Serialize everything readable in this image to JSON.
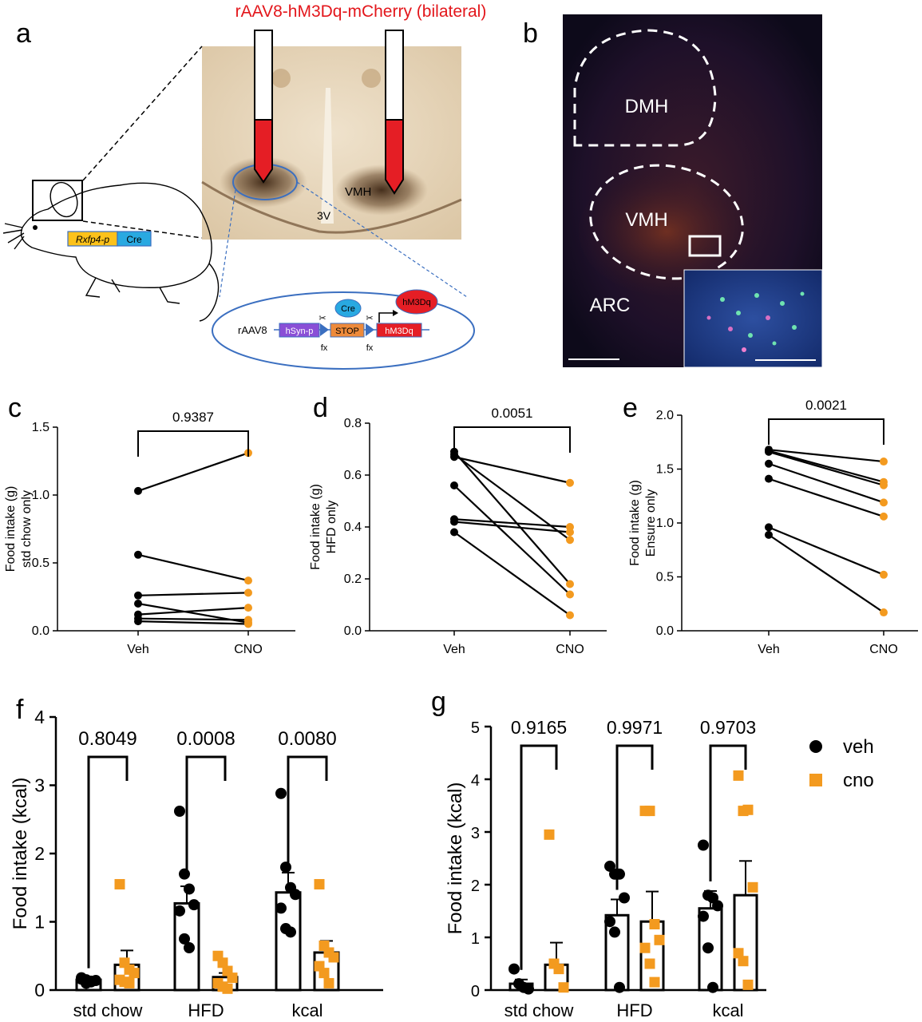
{
  "panel_a": {
    "letter": "a",
    "title": "rAAV8-hM3Dq-mCherry (bilateral)",
    "gene_label": "Rxfp4-p",
    "cre_box": "Cre",
    "vmh_label": "VMH",
    "third_ventricle_label": "3V",
    "construct_name": "rAAV8",
    "promoter": "hSyn-p",
    "stop": "STOP",
    "transgene": "hM3Dq",
    "fx_left": "fx",
    "fx_right": "fx",
    "cre_bubble": "Cre",
    "hm3dq_bubble": "hM3Dq"
  },
  "panel_b": {
    "letter": "b",
    "regions": [
      "DMH",
      "VMH",
      "ARC"
    ]
  },
  "colors": {
    "veh": "#000000",
    "cno": "#F39A1F",
    "title_red": "#E3161B",
    "cre_blue": "#29A9E1",
    "rxfp4_yellow": "#FCC21A",
    "promoter_purple": "#8A4FD6",
    "stop_orange": "#EE8A3A",
    "hm3dq_red": "#E51E25",
    "circle_blue": "#3B6FC0"
  },
  "chart_data": [
    {
      "panel": "c",
      "type": "line",
      "paired": true,
      "categories": [
        "Veh",
        "CNO"
      ],
      "ylabel": [
        "Food intake (g)",
        "std chow only"
      ],
      "ylim": [
        0,
        1.5
      ],
      "yticks": [
        "0.0",
        "0.5",
        "1.0",
        "1.5"
      ],
      "pvalue": "0.9387",
      "pairs": [
        [
          1.03,
          1.31
        ],
        [
          0.56,
          0.37
        ],
        [
          0.26,
          0.28
        ],
        [
          0.2,
          0.06
        ],
        [
          0.12,
          0.17
        ],
        [
          0.09,
          0.08
        ],
        [
          0.07,
          0.05
        ]
      ]
    },
    {
      "panel": "d",
      "type": "line",
      "paired": true,
      "categories": [
        "Veh",
        "CNO"
      ],
      "ylabel": [
        "Food intake (g)",
        "HFD only"
      ],
      "ylim": [
        0,
        0.8
      ],
      "yticks": [
        "0.0",
        "0.2",
        "0.4",
        "0.6",
        "0.8"
      ],
      "pvalue": "0.0051",
      "pairs": [
        [
          0.69,
          0.18
        ],
        [
          0.68,
          0.35
        ],
        [
          0.67,
          0.57
        ],
        [
          0.56,
          0.14
        ],
        [
          0.43,
          0.4
        ],
        [
          0.42,
          0.38
        ],
        [
          0.38,
          0.06
        ]
      ]
    },
    {
      "panel": "e",
      "type": "line",
      "paired": true,
      "categories": [
        "Veh",
        "CNO"
      ],
      "ylabel": [
        "Food intake (g)",
        "Ensure only"
      ],
      "ylim": [
        0,
        2
      ],
      "yticks": [
        "0.0",
        "0.5",
        "1.0",
        "1.5",
        "2.0"
      ],
      "pvalue": "0.0021",
      "pairs": [
        [
          1.68,
          1.57
        ],
        [
          1.67,
          1.38
        ],
        [
          1.66,
          1.35
        ],
        [
          1.55,
          1.19
        ],
        [
          1.41,
          1.06
        ],
        [
          0.96,
          0.52
        ],
        [
          0.89,
          0.17
        ]
      ]
    },
    {
      "panel": "f",
      "type": "bar",
      "categories": [
        "std chow",
        "HFD",
        "kcal"
      ],
      "ylabel": "Food intake (kcal)",
      "ylim": [
        0,
        4
      ],
      "yticks": [
        "0",
        "1",
        "2",
        "3",
        "4"
      ],
      "pvalues": [
        "0.8049",
        "0.0008",
        "0.0080"
      ],
      "series": [
        {
          "name": "veh",
          "means": [
            0.15,
            1.27,
            1.43
          ],
          "sems": [
            0.03,
            0.25,
            0.29
          ],
          "points": [
            [
              0.18,
              0.15,
              0.12,
              0.14,
              0.16,
              0.1,
              0.13
            ],
            [
              2.62,
              1.7,
              1.48,
              1.25,
              1.16,
              0.75,
              0.62
            ],
            [
              2.88,
              1.8,
              1.5,
              1.4,
              1.2,
              0.9,
              0.85
            ]
          ]
        },
        {
          "name": "cno",
          "means": [
            0.37,
            0.19,
            0.55
          ],
          "sems": [
            0.21,
            0.06,
            0.17
          ],
          "points": [
            [
              1.55,
              0.4,
              0.3,
              0.25,
              0.15,
              0.12,
              0.1
            ],
            [
              0.5,
              0.4,
              0.28,
              0.18,
              0.1,
              0.05,
              0.02
            ],
            [
              1.55,
              0.65,
              0.55,
              0.48,
              0.35,
              0.25,
              0.1
            ]
          ]
        }
      ]
    },
    {
      "panel": "g",
      "type": "bar",
      "categories": [
        "std chow",
        "HFD",
        "kcal"
      ],
      "ylabel": "Food intake (kcal)",
      "ylim": [
        0,
        5
      ],
      "yticks": [
        "0",
        "1",
        "2",
        "3",
        "4",
        "5"
      ],
      "pvalues": [
        "0.9165",
        "0.9971",
        "0.9703"
      ],
      "legend": {
        "position": "top-right",
        "entries": [
          "veh",
          "cno"
        ]
      },
      "series": [
        {
          "name": "veh",
          "means": [
            0.12,
            1.42,
            1.55
          ],
          "sems": [
            0.08,
            0.3,
            0.33
          ],
          "points": [
            [
              0.4,
              0.12,
              0.05,
              0.02
            ],
            [
              2.35,
              2.2,
              2.2,
              1.75,
              1.3,
              1.1,
              0.05
            ],
            [
              2.75,
              1.8,
              1.75,
              1.6,
              1.4,
              0.8,
              0.05
            ]
          ]
        },
        {
          "name": "cno",
          "means": [
            0.48,
            1.3,
            1.8
          ],
          "sems": [
            0.42,
            0.57,
            0.65
          ],
          "points": [
            [
              2.95,
              0.5,
              0.4,
              0.05
            ],
            [
              3.4,
              3.4,
              1.25,
              0.95,
              0.8,
              0.5,
              0.15
            ],
            [
              4.07,
              3.4,
              3.42,
              1.95,
              0.7,
              0.55,
              0.1
            ]
          ]
        }
      ]
    }
  ]
}
